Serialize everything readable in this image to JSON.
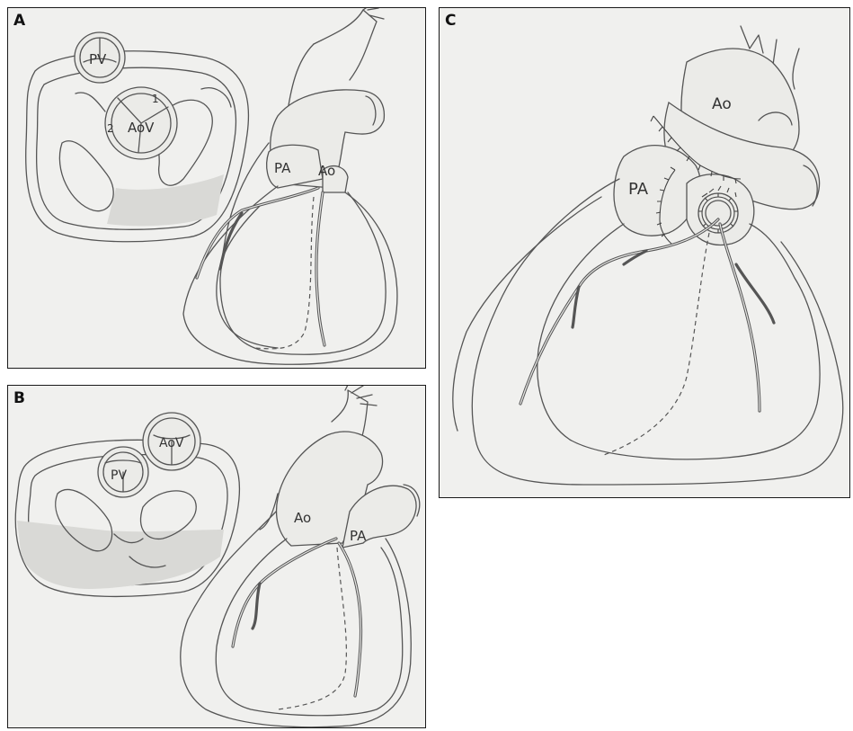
{
  "panels": {
    "a": {
      "letter": "A",
      "labels": {
        "pv": "PV",
        "aov": "AoV",
        "cusp1": "1",
        "cusp2": "2",
        "pa": "PA",
        "ao": "Ao"
      }
    },
    "b": {
      "letter": "B",
      "labels": {
        "aov": "AoV",
        "pv": "PV",
        "ao": "Ao",
        "pa": "PA"
      }
    },
    "c": {
      "letter": "C",
      "labels": {
        "ao": "Ao",
        "pa": "PA"
      }
    }
  },
  "colors": {
    "pencil": "#555555",
    "paper": "#f0f0ee",
    "border": "#1a1a1a"
  }
}
